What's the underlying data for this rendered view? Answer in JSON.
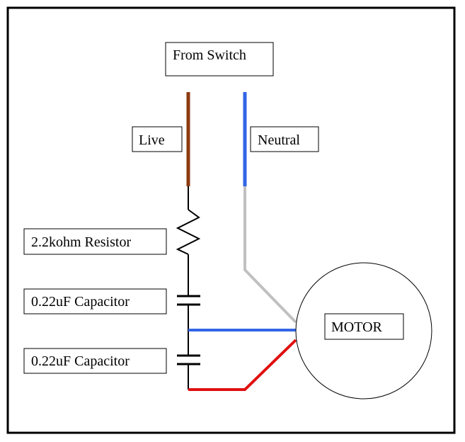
{
  "labels": {
    "from_switch": "From Switch",
    "live": "Live",
    "neutral": "Neutral",
    "resistor": "2.2kohm Resistor",
    "capacitor_1": "0.22uF Capacitor",
    "capacitor_2": "0.22uF Capacitor",
    "motor": "MOTOR"
  },
  "colors": {
    "live_wire": "#8B3A0F",
    "neutral_wire": "#3366E6",
    "grey_wire": "#C0C0C0",
    "red_wire": "#E01010",
    "blue_link": "#3366E6",
    "black_wire": "#000000"
  }
}
